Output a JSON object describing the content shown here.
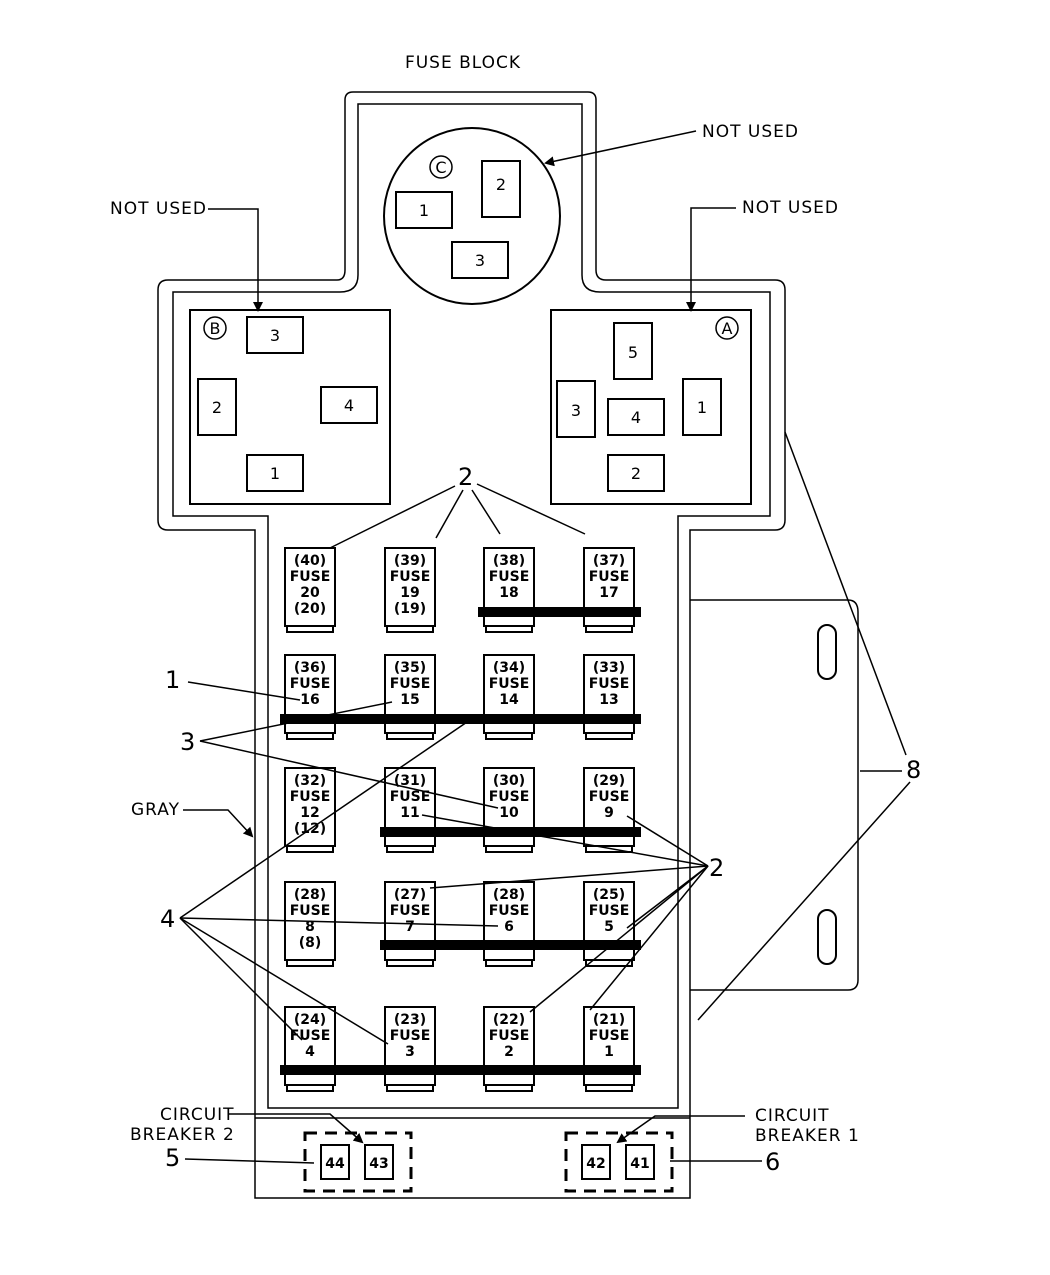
{
  "title": "FUSE BLOCK",
  "labels": {
    "not_used_c": "NOT USED",
    "not_used_b": "NOT USED",
    "not_used_a": "NOT USED",
    "gray": "GRAY",
    "cb2_line1": "CIRCUIT",
    "cb2_line2": "BREAKER 2",
    "cb1_line1": "CIRCUIT",
    "cb1_line2": "BREAKER 1"
  },
  "connectors": {
    "c": {
      "id": "C",
      "cavities": [
        "1",
        "2",
        "3"
      ]
    },
    "b": {
      "id": "B",
      "cavities": [
        "3",
        "2",
        "4",
        "1"
      ]
    },
    "a": {
      "id": "A",
      "cavities": [
        "5",
        "3",
        "4",
        "1",
        "2"
      ]
    }
  },
  "fuses": [
    {
      "cav": "(40)",
      "word": "FUSE",
      "num": "20",
      "alt": "(20)"
    },
    {
      "cav": "(39)",
      "word": "FUSE",
      "num": "19",
      "alt": "(19)"
    },
    {
      "cav": "(38)",
      "word": "FUSE",
      "num": "18",
      "alt": ""
    },
    {
      "cav": "(37)",
      "word": "FUSE",
      "num": "17",
      "alt": ""
    },
    {
      "cav": "(36)",
      "word": "FUSE",
      "num": "16",
      "alt": ""
    },
    {
      "cav": "(35)",
      "word": "FUSE",
      "num": "15",
      "alt": ""
    },
    {
      "cav": "(34)",
      "word": "FUSE",
      "num": "14",
      "alt": ""
    },
    {
      "cav": "(33)",
      "word": "FUSE",
      "num": "13",
      "alt": ""
    },
    {
      "cav": "(32)",
      "word": "FUSE",
      "num": "12",
      "alt": "(12)"
    },
    {
      "cav": "(31)",
      "word": "FUSE",
      "num": "11",
      "alt": ""
    },
    {
      "cav": "(30)",
      "word": "FUSE",
      "num": "10",
      "alt": ""
    },
    {
      "cav": "(29)",
      "word": "FUSE",
      "num": "9",
      "alt": ""
    },
    {
      "cav": "(28)",
      "word": "FUSE",
      "num": "8",
      "alt": "(8)"
    },
    {
      "cav": "(27)",
      "word": "FUSE",
      "num": "7",
      "alt": ""
    },
    {
      "cav": "(28)",
      "word": "FUSE",
      "num": "6",
      "alt": ""
    },
    {
      "cav": "(25)",
      "word": "FUSE",
      "num": "5",
      "alt": ""
    },
    {
      "cav": "(24)",
      "word": "FUSE",
      "num": "4",
      "alt": ""
    },
    {
      "cav": "(23)",
      "word": "FUSE",
      "num": "3",
      "alt": ""
    },
    {
      "cav": "(22)",
      "word": "FUSE",
      "num": "2",
      "alt": ""
    },
    {
      "cav": "(21)",
      "word": "FUSE",
      "num": "1",
      "alt": ""
    }
  ],
  "breakers": {
    "cb2": [
      "44",
      "43"
    ],
    "cb1": [
      "42",
      "41"
    ]
  },
  "callouts": {
    "c1": "1",
    "c2_top": "2",
    "c3": "3",
    "c4": "4",
    "c2_right": "2",
    "c5": "5",
    "c6": "6",
    "c8": "8"
  }
}
